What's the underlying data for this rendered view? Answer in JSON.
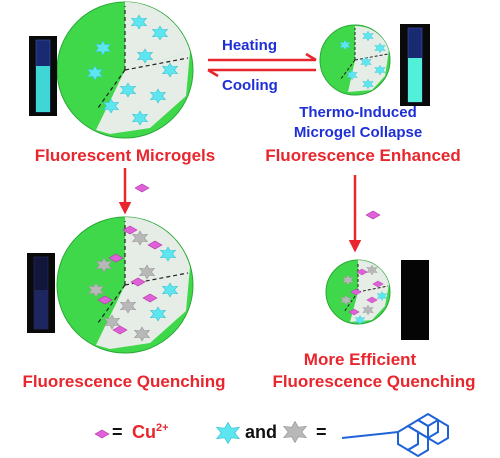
{
  "labels": {
    "heating": "Heating",
    "cooling": "Cooling",
    "fluorescent_microgels": "Fluorescent Microgels",
    "thermo_line1": "Thermo-Induced",
    "thermo_line2": "Microgel Collapse",
    "fluorescence_enhanced": "Fluorescence Enhanced",
    "fluorescence_quenching": "Fluorescence Quenching",
    "more_efficient_line1": "More Efficient",
    "more_efficient_line2": "Fluorescence Quenching"
  },
  "legend": {
    "equals1": "=",
    "cu_base": "Cu",
    "cu_charge": "2+",
    "and": "and",
    "equals2": "="
  },
  "colors": {
    "sphere_green": "#3fd84a",
    "sphere_core": "#e6ece6",
    "cyan_fluorophore": "#5de6ef",
    "gray_quenched": "#b8b8b8",
    "cu_ion": "#e060d8",
    "red_label": "#e8262d",
    "blue_label": "#1f2fd6",
    "molecule_blue": "#1e63d8"
  }
}
